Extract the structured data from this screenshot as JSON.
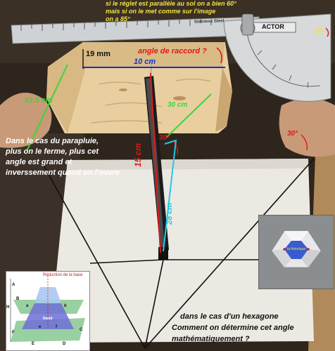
{
  "annotations": {
    "note_top": [
      "si le réglet est parallèle au sol on a bien 60°",
      "mais si on le met comme sur l'image",
      "on a 85°"
    ],
    "angle_85": "85°",
    "dim_19mm": "19 mm",
    "angle_raccord": "angle de raccord ?",
    "dim_10cm": "10 cm",
    "dim_33_5cm": "33.5 cm",
    "dim_30cm": "30 cm",
    "angle_30_left": "30°",
    "angle_30_right": "30°",
    "dim_15cm": "15 cm",
    "dim_28cm": "28 cm",
    "parapluie": [
      "Dans le cas du parapluie,",
      "plus on le ferme, plus cet",
      "angle est grand et",
      "inverssement quand on l'ouvre"
    ],
    "hexagone": [
      "dans le cas d'un hexagone",
      "Comment on détermine cet angle",
      "mathématiquement ?"
    ]
  },
  "protractor": {
    "brand": "ACTOR",
    "ruler_text": "Stainless Steel"
  },
  "inset_left": {
    "title": "Réduction de la base",
    "letters": [
      "A",
      "B",
      "C",
      "D",
      "E",
      "F",
      "H",
      "b",
      "a",
      "e",
      "f"
    ],
    "base_label": "base"
  },
  "inset_right": {
    "label": "la théorique"
  },
  "colors": {
    "red": "#e01818",
    "green": "#3bd63b",
    "blue": "#1530c8",
    "cyan": "#22c8e8",
    "yellow": "#f3e23a"
  }
}
